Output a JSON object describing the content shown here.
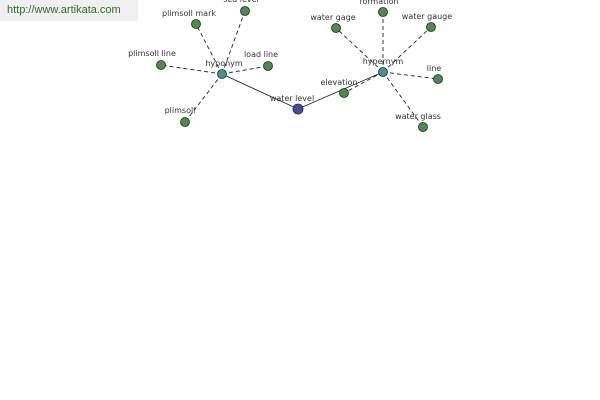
{
  "banner": {
    "url_text": "http://www.artikata.com"
  },
  "colors": {
    "center_node": "#3f4f9b",
    "hub_node": "#4a8f92",
    "leaf_node": "#4e8a4c",
    "edge": "#222222",
    "banner_text": "#2f6b2f"
  },
  "graph": {
    "center": {
      "id": "water-level",
      "label": "water level"
    },
    "hubs": [
      {
        "id": "hyponym",
        "label": "hyponym"
      },
      {
        "id": "hypernym",
        "label": "hypernym"
      }
    ],
    "leaves": [
      {
        "id": "sea-level",
        "label": "sea level",
        "hub": "hyponym"
      },
      {
        "id": "plimsoll-mark",
        "label": "plimsoll mark",
        "hub": "hyponym"
      },
      {
        "id": "plimsoll-line",
        "label": "plimsoll line",
        "hub": "hyponym"
      },
      {
        "id": "load-line",
        "label": "load line",
        "hub": "hyponym"
      },
      {
        "id": "plimsoll",
        "label": "plimsoll",
        "hub": "hyponym"
      },
      {
        "id": "formation",
        "label": "formation",
        "hub": "hypernym"
      },
      {
        "id": "water-gage",
        "label": "water gage",
        "hub": "hypernym"
      },
      {
        "id": "water-gauge",
        "label": "water gauge",
        "hub": "hypernym"
      },
      {
        "id": "line",
        "label": "line",
        "hub": "hypernym"
      },
      {
        "id": "elevation",
        "label": "elevation",
        "hub": "hypernym"
      },
      {
        "id": "water-glass",
        "label": "water glass",
        "hub": "hypernym"
      }
    ]
  }
}
